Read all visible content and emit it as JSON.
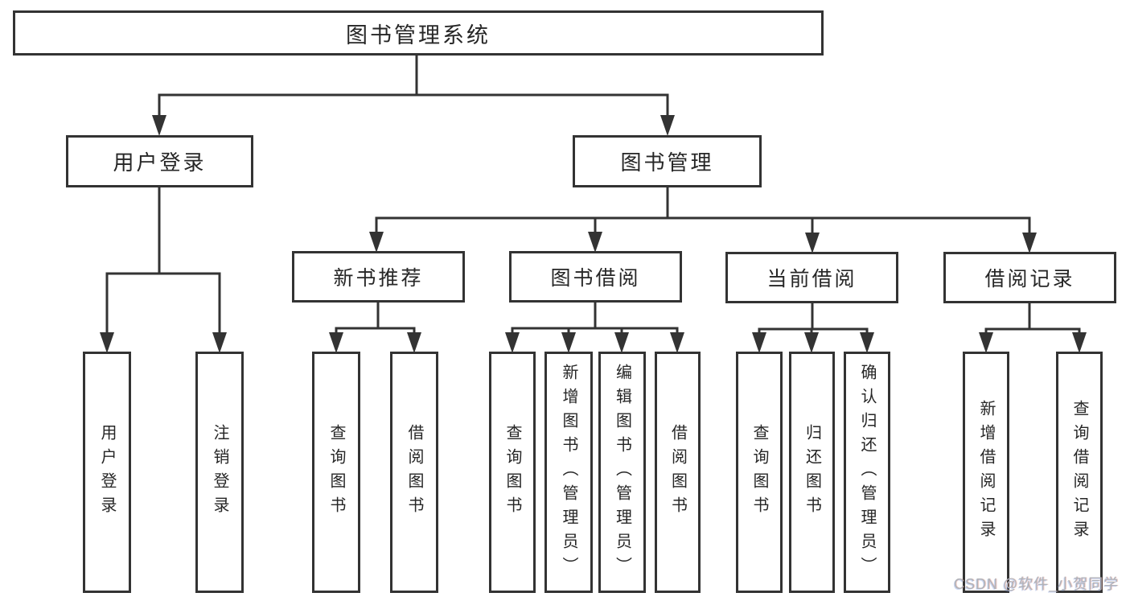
{
  "tree": {
    "root": {
      "label": "图书管理系统",
      "children": [
        {
          "label": "用户登录",
          "children": [
            {
              "label": "用户登录"
            },
            {
              "label": "注销登录"
            }
          ]
        },
        {
          "label": "图书管理",
          "children": [
            {
              "label": "新书推荐",
              "children": [
                {
                  "label": "查询图书"
                },
                {
                  "label": "借阅图书"
                }
              ]
            },
            {
              "label": "图书借阅",
              "children": [
                {
                  "label": "查询图书"
                },
                {
                  "label": "新增图书（管理员）"
                },
                {
                  "label": "编辑图书（管理员）"
                },
                {
                  "label": "借阅图书"
                }
              ]
            },
            {
              "label": "当前借阅",
              "children": [
                {
                  "label": "查询图书"
                },
                {
                  "label": "归还图书"
                },
                {
                  "label": "确认归还（管理员）"
                }
              ]
            },
            {
              "label": "借阅记录",
              "children": [
                {
                  "label": "新增借阅记录"
                },
                {
                  "label": "查询借阅记录"
                }
              ]
            }
          ]
        }
      ]
    }
  },
  "watermark": {
    "text": "CSDN @软件_小贺同学"
  },
  "colors": {
    "line": "#333333",
    "text": "#262626",
    "watermark": "#b0b3b8",
    "background": "#ffffff"
  }
}
